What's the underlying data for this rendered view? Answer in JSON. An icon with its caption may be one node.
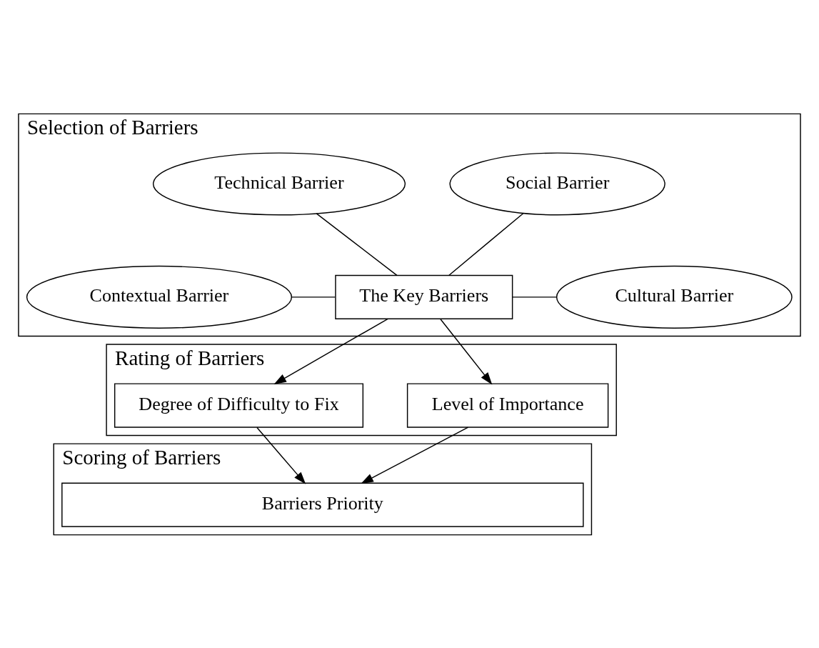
{
  "diagram": {
    "nodes": [
      {
        "text": [
          "Selection of Barriers"
        ]
      },
      {
        "text": [
          "Social Barrier"
        ],
        "in": 0
      },
      {
        "text": [
          "Technical Barrier"
        ],
        "in": 0
      },
      {
        "text": [
          "Contextual Barrier"
        ],
        "in": 0
      },
      {
        "text": [
          "The Key Barriers"
        ],
        "in": 0
      },
      {
        "text": [
          "Cultural Barrier"
        ],
        "in": 0
      },
      {
        "text": [
          "Rating of Barriers"
        ]
      },
      {
        "text": [
          "Level of Importance"
        ],
        "in": 6
      },
      {
        "text": [
          "Degree of Difficulty to Fix"
        ],
        "in": 6
      },
      {
        "text": [
          "Scoring of Barriers"
        ]
      },
      {
        "text": [
          "Barriers Priority"
        ],
        "in": 9
      }
    ],
    "edges": [
      {
        "from": 1,
        "to": 4,
        "arrow": "none"
      },
      {
        "from": 2,
        "to": 4,
        "arrow": "none"
      },
      {
        "from": 3,
        "to": 4,
        "arrow": "none"
      },
      {
        "from": 4,
        "to": 5,
        "arrow": "none"
      },
      {
        "from": 4,
        "to": 7,
        "arrow": "to"
      },
      {
        "from": 4,
        "to": 8,
        "arrow": "to"
      },
      {
        "from": 7,
        "to": 10,
        "arrow": "to"
      },
      {
        "from": 8,
        "to": 10,
        "arrow": "to"
      }
    ]
  }
}
